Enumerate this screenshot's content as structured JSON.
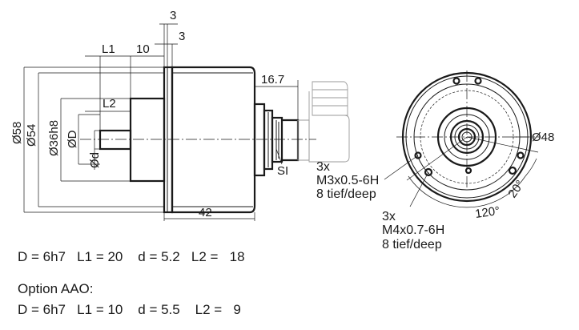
{
  "side_view": {
    "dim_3_top": "3",
    "dim_3_second": "3",
    "dim_L1": "L1",
    "dim_10": "10",
    "dim_L2": "L2",
    "dim_16_7": "16.7",
    "dim_42": "42",
    "dia_58": "Ø58",
    "dia_54": "Ø54",
    "dia_36h8": "Ø36h8",
    "dia_D": "ØD",
    "dia_d": "Ød",
    "label_SI": "SI"
  },
  "front_view": {
    "dia_48": "Ø48",
    "holes_m3": {
      "count": "3x",
      "thread": "M3x0.5-6H",
      "depth": "8 tief/deep"
    },
    "holes_m4": {
      "count": "3x",
      "thread": "M4x0.7-6H",
      "depth": "8 tief/deep"
    },
    "angle_120": "120°",
    "angle_20": "20°"
  },
  "specs": {
    "standard": "D = 6h7   L1 = 20    d = 5.2   L2 =   18",
    "option_title": "Option AAO:",
    "option": "D = 6h7   L1 = 10    d = 5.5    L2 =   9"
  }
}
